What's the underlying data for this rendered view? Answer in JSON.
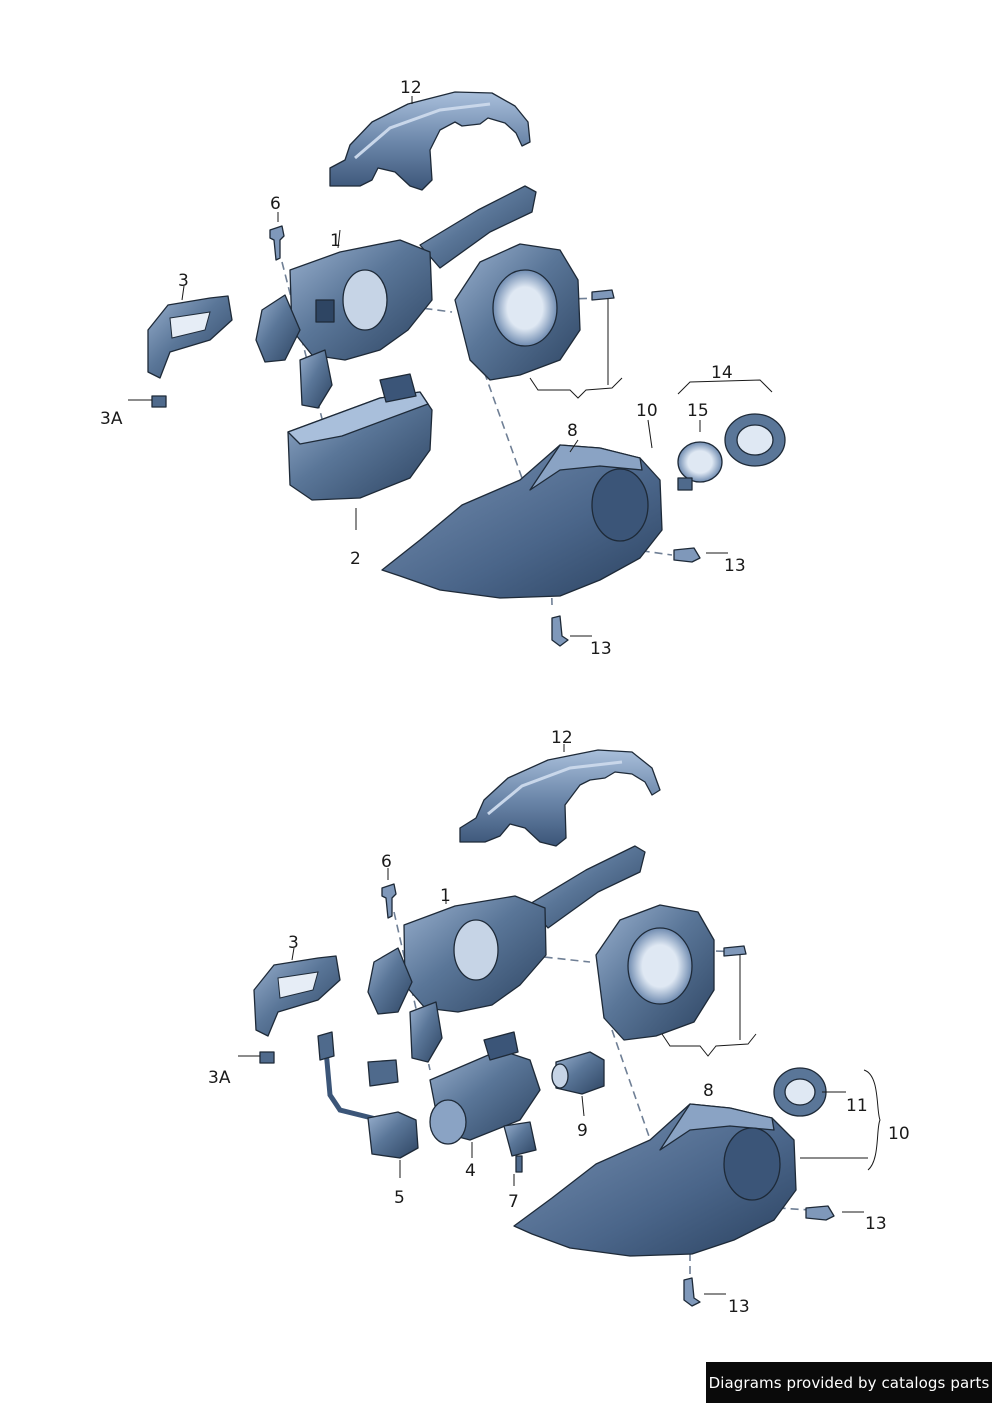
{
  "footer": {
    "text": "Diagrams provided by catalogs parts"
  },
  "colors": {
    "part_fill": "#4f6a8c",
    "part_light": "#8aa3c4",
    "part_dark": "#2e4563",
    "outline": "#1e2a38",
    "dashed_line": "#6f7f95",
    "footer_bg": "#0a0a0a"
  },
  "top_diagram": {
    "labels": [
      "12",
      "6",
      "1",
      "3",
      "3A",
      "2",
      "8",
      "10",
      "14",
      "15",
      "13",
      "13"
    ]
  },
  "bottom_diagram": {
    "labels": [
      "12",
      "6",
      "1",
      "3",
      "3A",
      "8",
      "11",
      "10",
      "9",
      "4",
      "5",
      "7",
      "13",
      "13"
    ]
  }
}
